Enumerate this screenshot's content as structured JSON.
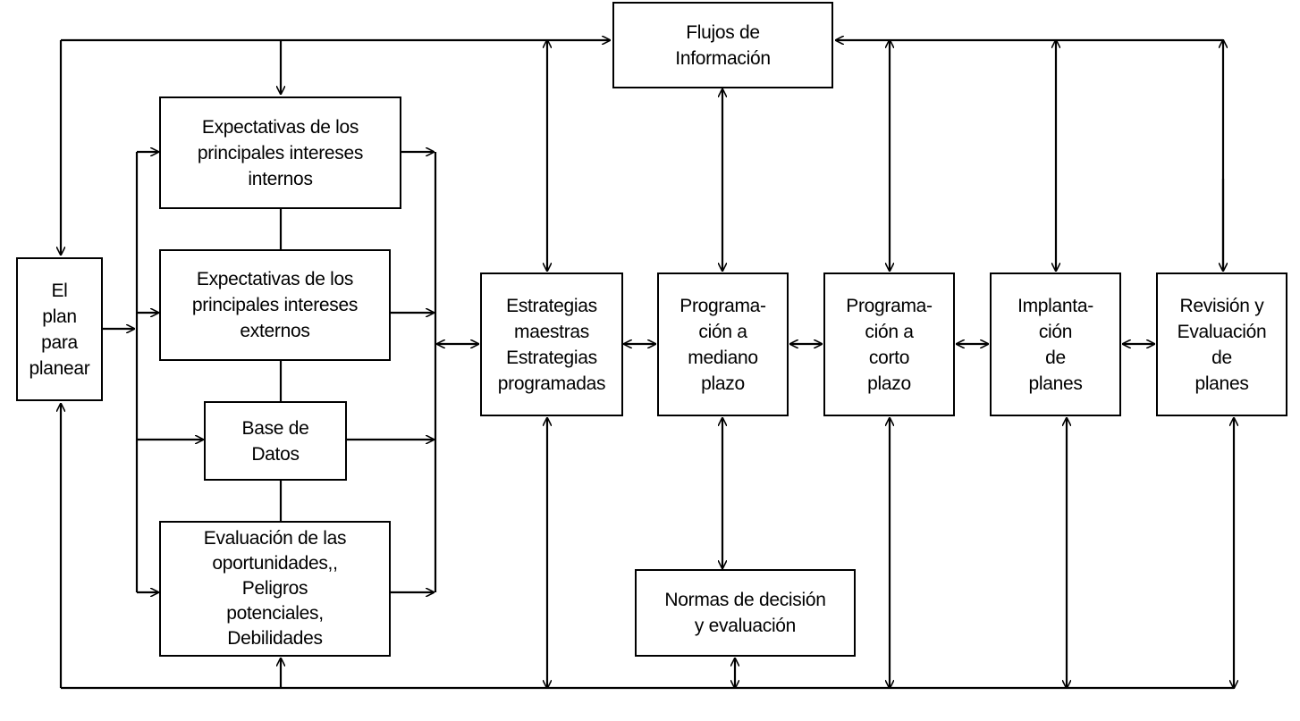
{
  "boxes": {
    "flujos": "Flujos de\nInformación",
    "plan": "El\nplan\npara\nplanear",
    "exp_internos": "Expectativas de los\nprincipales intereses\ninternos",
    "exp_externos": "Expectativas de los\nprincipales intereses\nexternos",
    "base_datos": "Base de\nDatos",
    "evaluacion": "Evaluación de las\noportunidades,,\nPeligros\npotenciales,\nDebilidades",
    "estrategias": "Estrategias\nmaestras\nEstrategias\nprogramadas",
    "prog_mediano": "Programa-\nción a\nmediano\nplazo",
    "prog_corto": "Programa-\nción a\ncorto\nplazo",
    "implantacion": "Implanta-\nción\nde\nplanes",
    "revision": "Revisión y\nEvaluación\nde\nplanes",
    "normas": "Normas de decisión\ny evaluación"
  }
}
